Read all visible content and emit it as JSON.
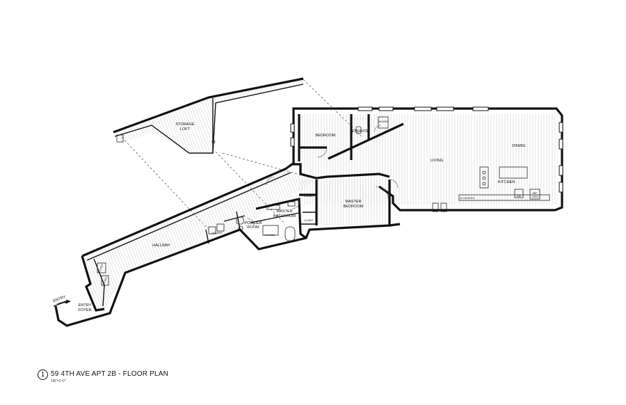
{
  "drawing": {
    "number": "1",
    "title": "59 4TH AVE APT 2B -  FLOOR PLAN",
    "scale": "1/8\"=1'-0\""
  },
  "rooms": {
    "storage_loft_1": "STORAGE",
    "storage_loft_2": "LOFT",
    "bedroom": "BEDROOM",
    "ensuite": "ENSUITE",
    "shower_ensuite": "SHOWER",
    "living": "LIVING",
    "dining": "DINING",
    "kitchen": "KITCHEN",
    "master_bedroom_1": "MASTER",
    "master_bedroom_2": "BEDROOM",
    "master_bath_1": "MASTER",
    "master_bath_2": "BATHROOM",
    "closet_a": "CLOSET",
    "closet_b": "CLOSET",
    "shower_master": "SHOWER",
    "powder_1": "POWDER",
    "powder_2": "ROOM",
    "hallway": "HALLWAY",
    "laundry": "LAUNDRY",
    "closet_c": "CLOSET",
    "closet_d": "CLOSET",
    "entry": "ENTRY",
    "entry_foyer_1": "ENTRY",
    "entry_foyer_2": "FOYER",
    "fridge": "REF",
    "oven": "OVEN",
    "dw": "DW",
    "kitchen_bar": "B-COUNTER"
  }
}
